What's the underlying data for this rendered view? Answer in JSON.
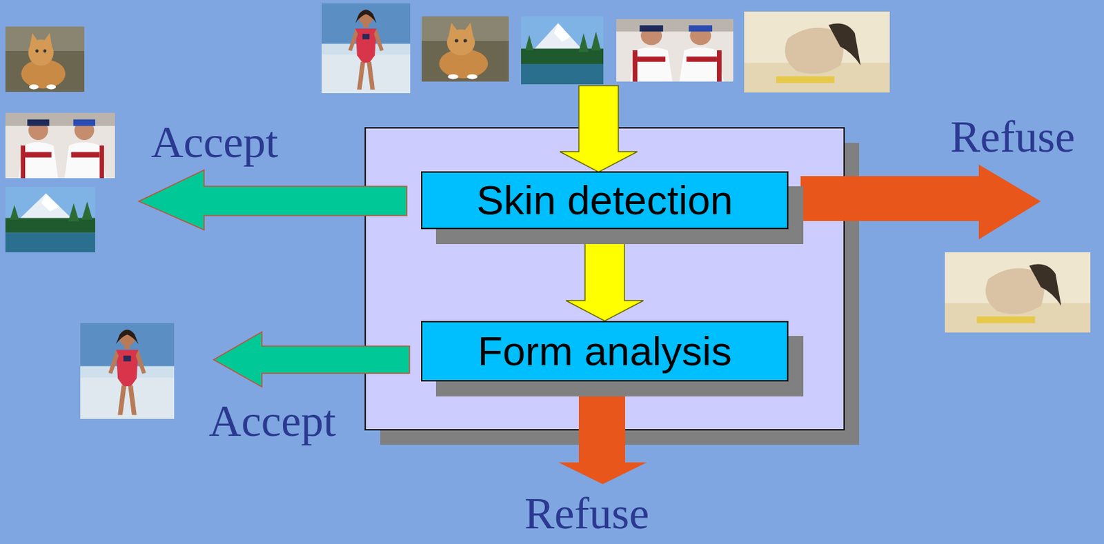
{
  "diagram": {
    "nodes": [
      {
        "text": [
          "Skin detection"
        ]
      },
      {
        "text": [
          "Form analysis"
        ]
      }
    ],
    "edges": [
      {
        "from": 0,
        "to": 1,
        "arrow": "to"
      }
    ],
    "labels": [
      "Accept",
      "Refuse",
      "Accept",
      "Refuse"
    ]
  }
}
